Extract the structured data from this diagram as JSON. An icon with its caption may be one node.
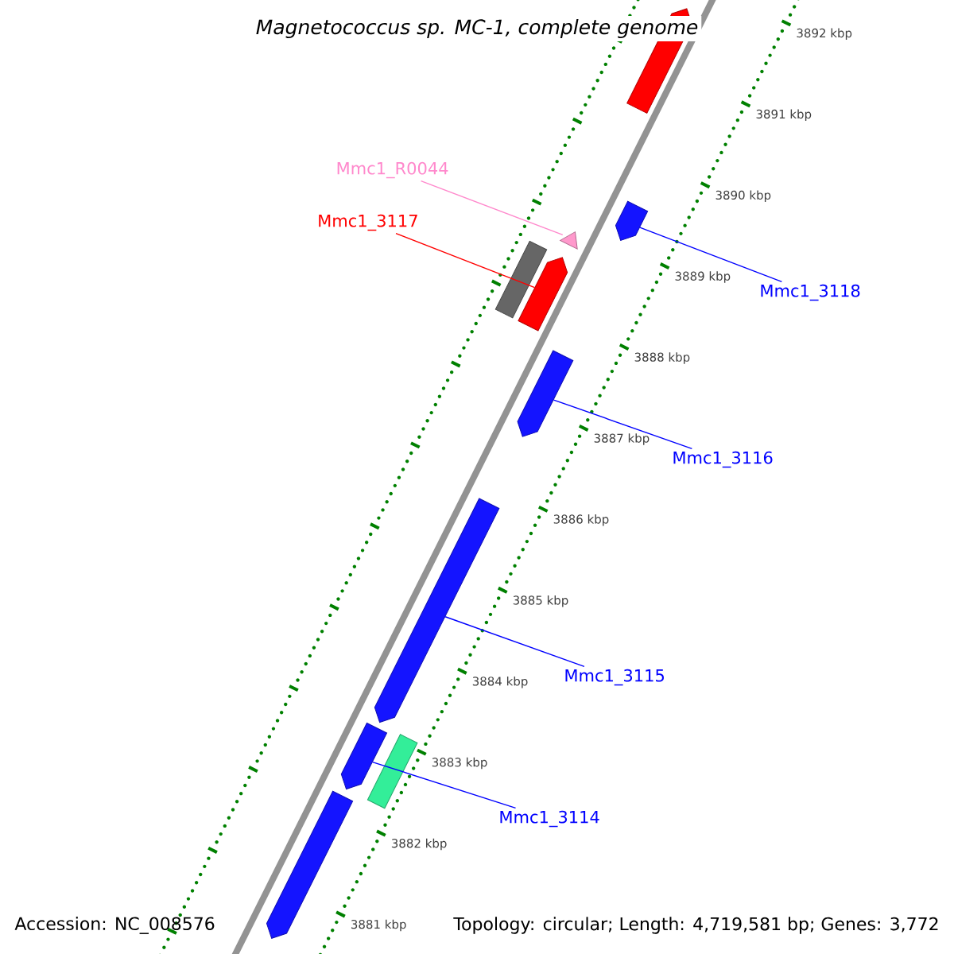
{
  "diagram": {
    "title": "Magnetococcus sp. MC-1, complete genome",
    "nodes": [
      {
        "text": [],
        "shape": "bar"
      },
      {
        "text": [
          "Mmc1_R0044"
        ]
      },
      {
        "text": [
          "Mmc1_3117"
        ]
      },
      {
        "text": [],
        "shape": "bar"
      },
      {
        "text": [],
        "shape": "triangle"
      },
      {
        "text": [],
        "shape": "box"
      },
      {
        "text": [],
        "shape": "bar"
      },
      {
        "text": [
          "Mmc1_3118"
        ]
      },
      {
        "text": [],
        "shape": "bar"
      },
      {
        "text": [
          "Mmc1_3116"
        ]
      },
      {
        "text": [],
        "shape": "bar"
      },
      {
        "text": [
          "Mmc1_3115"
        ]
      },
      {
        "text": [],
        "shape": "bar"
      },
      {
        "text": [],
        "shape": "box"
      },
      {
        "text": [
          "Mmc1_3114"
        ]
      },
      {
        "text": [],
        "shape": "bar"
      }
    ],
    "edges": [
      {
        "from": 1,
        "to": 4,
        "arrow": "none",
        "color": "#ff88cc"
      },
      {
        "from": 2,
        "to": 6,
        "arrow": "none",
        "color": "#ff0000"
      },
      {
        "from": 7,
        "to": 3,
        "arrow": "none"
      },
      {
        "from": 9,
        "to": 8,
        "arrow": "none"
      },
      {
        "from": 11,
        "to": 10,
        "arrow": "none"
      },
      {
        "from": 14,
        "to": 12,
        "arrow": "none"
      }
    ],
    "labels": [
      "3892 kbp",
      "3891 kbp",
      "3890 kbp",
      "3889 kbp",
      "3888 kbp",
      "3887 kbp",
      "3886 kbp",
      "3885 kbp",
      "3884 kbp",
      "3883 kbp",
      "3882 kbp",
      "3881 kbp",
      "Accession: NC_008576",
      "Topology: circular; Length: 4,719,581 bp; Genes: 3,772"
    ]
  }
}
